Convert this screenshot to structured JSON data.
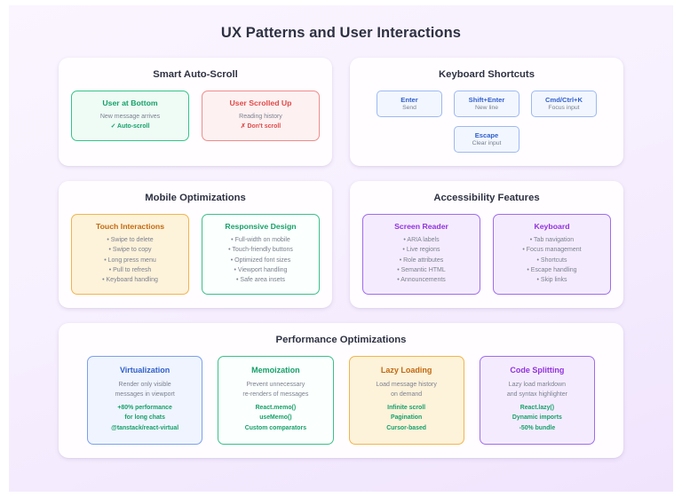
{
  "page": {
    "title": "UX Patterns and User Interactions"
  },
  "panels": [
    {
      "name": "smart-auto-scroll",
      "title": "Smart Auto-Scroll",
      "cards": [
        {
          "name": "user-at-bottom",
          "title": "User at Bottom",
          "color": "c-green",
          "lines": [
            "New message arrives"
          ],
          "accent": [
            "✓ Auto-scroll"
          ]
        },
        {
          "name": "user-scrolled-up",
          "title": "User Scrolled Up",
          "color": "c-red",
          "lines": [
            "Reading history"
          ],
          "accent": [
            "✗ Don't scroll"
          ]
        }
      ]
    },
    {
      "name": "keyboard-shortcuts",
      "title": "Keyboard Shortcuts",
      "keys": [
        {
          "label": "Enter",
          "desc": "Send"
        },
        {
          "label": "Shift+Enter",
          "desc": "New line"
        },
        {
          "label": "Cmd/Ctrl+K",
          "desc": "Focus input"
        },
        {
          "label": "Escape",
          "desc": "Clear input"
        }
      ]
    },
    {
      "name": "mobile-optimizations",
      "title": "Mobile Optimizations",
      "cards": [
        {
          "name": "touch-interactions",
          "title": "Touch Interactions",
          "color": "c-amber",
          "lines": [
            "• Swipe to delete",
            "• Swipe to copy",
            "• Long press menu",
            "• Pull to refresh",
            "• Keyboard handling"
          ],
          "accent": []
        },
        {
          "name": "responsive-design",
          "title": "Responsive Design",
          "color": "c-green2",
          "lines": [
            "• Full-width on mobile",
            "• Touch-friendly buttons",
            "• Optimized font sizes",
            "• Viewport handling",
            "• Safe area insets"
          ],
          "accent": []
        }
      ]
    },
    {
      "name": "accessibility-features",
      "title": "Accessibility Features",
      "cards": [
        {
          "name": "screen-reader",
          "title": "Screen Reader",
          "color": "c-purple",
          "lines": [
            "• ARIA labels",
            "• Live regions",
            "• Role attributes",
            "• Semantic HTML",
            "• Announcements"
          ],
          "accent": []
        },
        {
          "name": "keyboard",
          "title": "Keyboard",
          "color": "c-purple",
          "lines": [
            "• Tab navigation",
            "• Focus management",
            "• Shortcuts",
            "• Escape handling",
            "• Skip links"
          ],
          "accent": []
        }
      ]
    },
    {
      "name": "performance-optimizations",
      "title": "Performance Optimizations",
      "cards": [
        {
          "name": "virtualization",
          "title": "Virtualization",
          "color": "c-blue",
          "lines": [
            "Render only visible",
            "messages in viewport"
          ],
          "accent": [
            "+80% performance",
            "for long chats",
            "@tanstack/react-virtual"
          ]
        },
        {
          "name": "memoization",
          "title": "Memoization",
          "color": "c-green2",
          "lines": [
            "Prevent unnecessary",
            "re-renders of messages"
          ],
          "accent": [
            "React.memo()",
            "useMemo()",
            "Custom comparators"
          ]
        },
        {
          "name": "lazy-loading",
          "title": "Lazy Loading",
          "color": "c-amber",
          "lines": [
            "Load message history",
            "on demand"
          ],
          "accent": [
            "Infinite scroll",
            "Pagination",
            "Cursor-based"
          ]
        },
        {
          "name": "code-splitting",
          "title": "Code Splitting",
          "color": "c-purple",
          "lines": [
            "Lazy load markdown",
            "and syntax highlighter"
          ],
          "accent": [
            "React.lazy()",
            "Dynamic imports",
            "-50% bundle"
          ]
        }
      ]
    }
  ],
  "colors": {
    "background_start": "#faf5ff",
    "background_end": "#f0e4fd",
    "panel": "#fffdff",
    "title": "#2d3142",
    "green": "#16a06b",
    "red": "#e04a4a",
    "amber": "#c2690f",
    "purple": "#9231dd",
    "blue": "#2f5fcc"
  }
}
